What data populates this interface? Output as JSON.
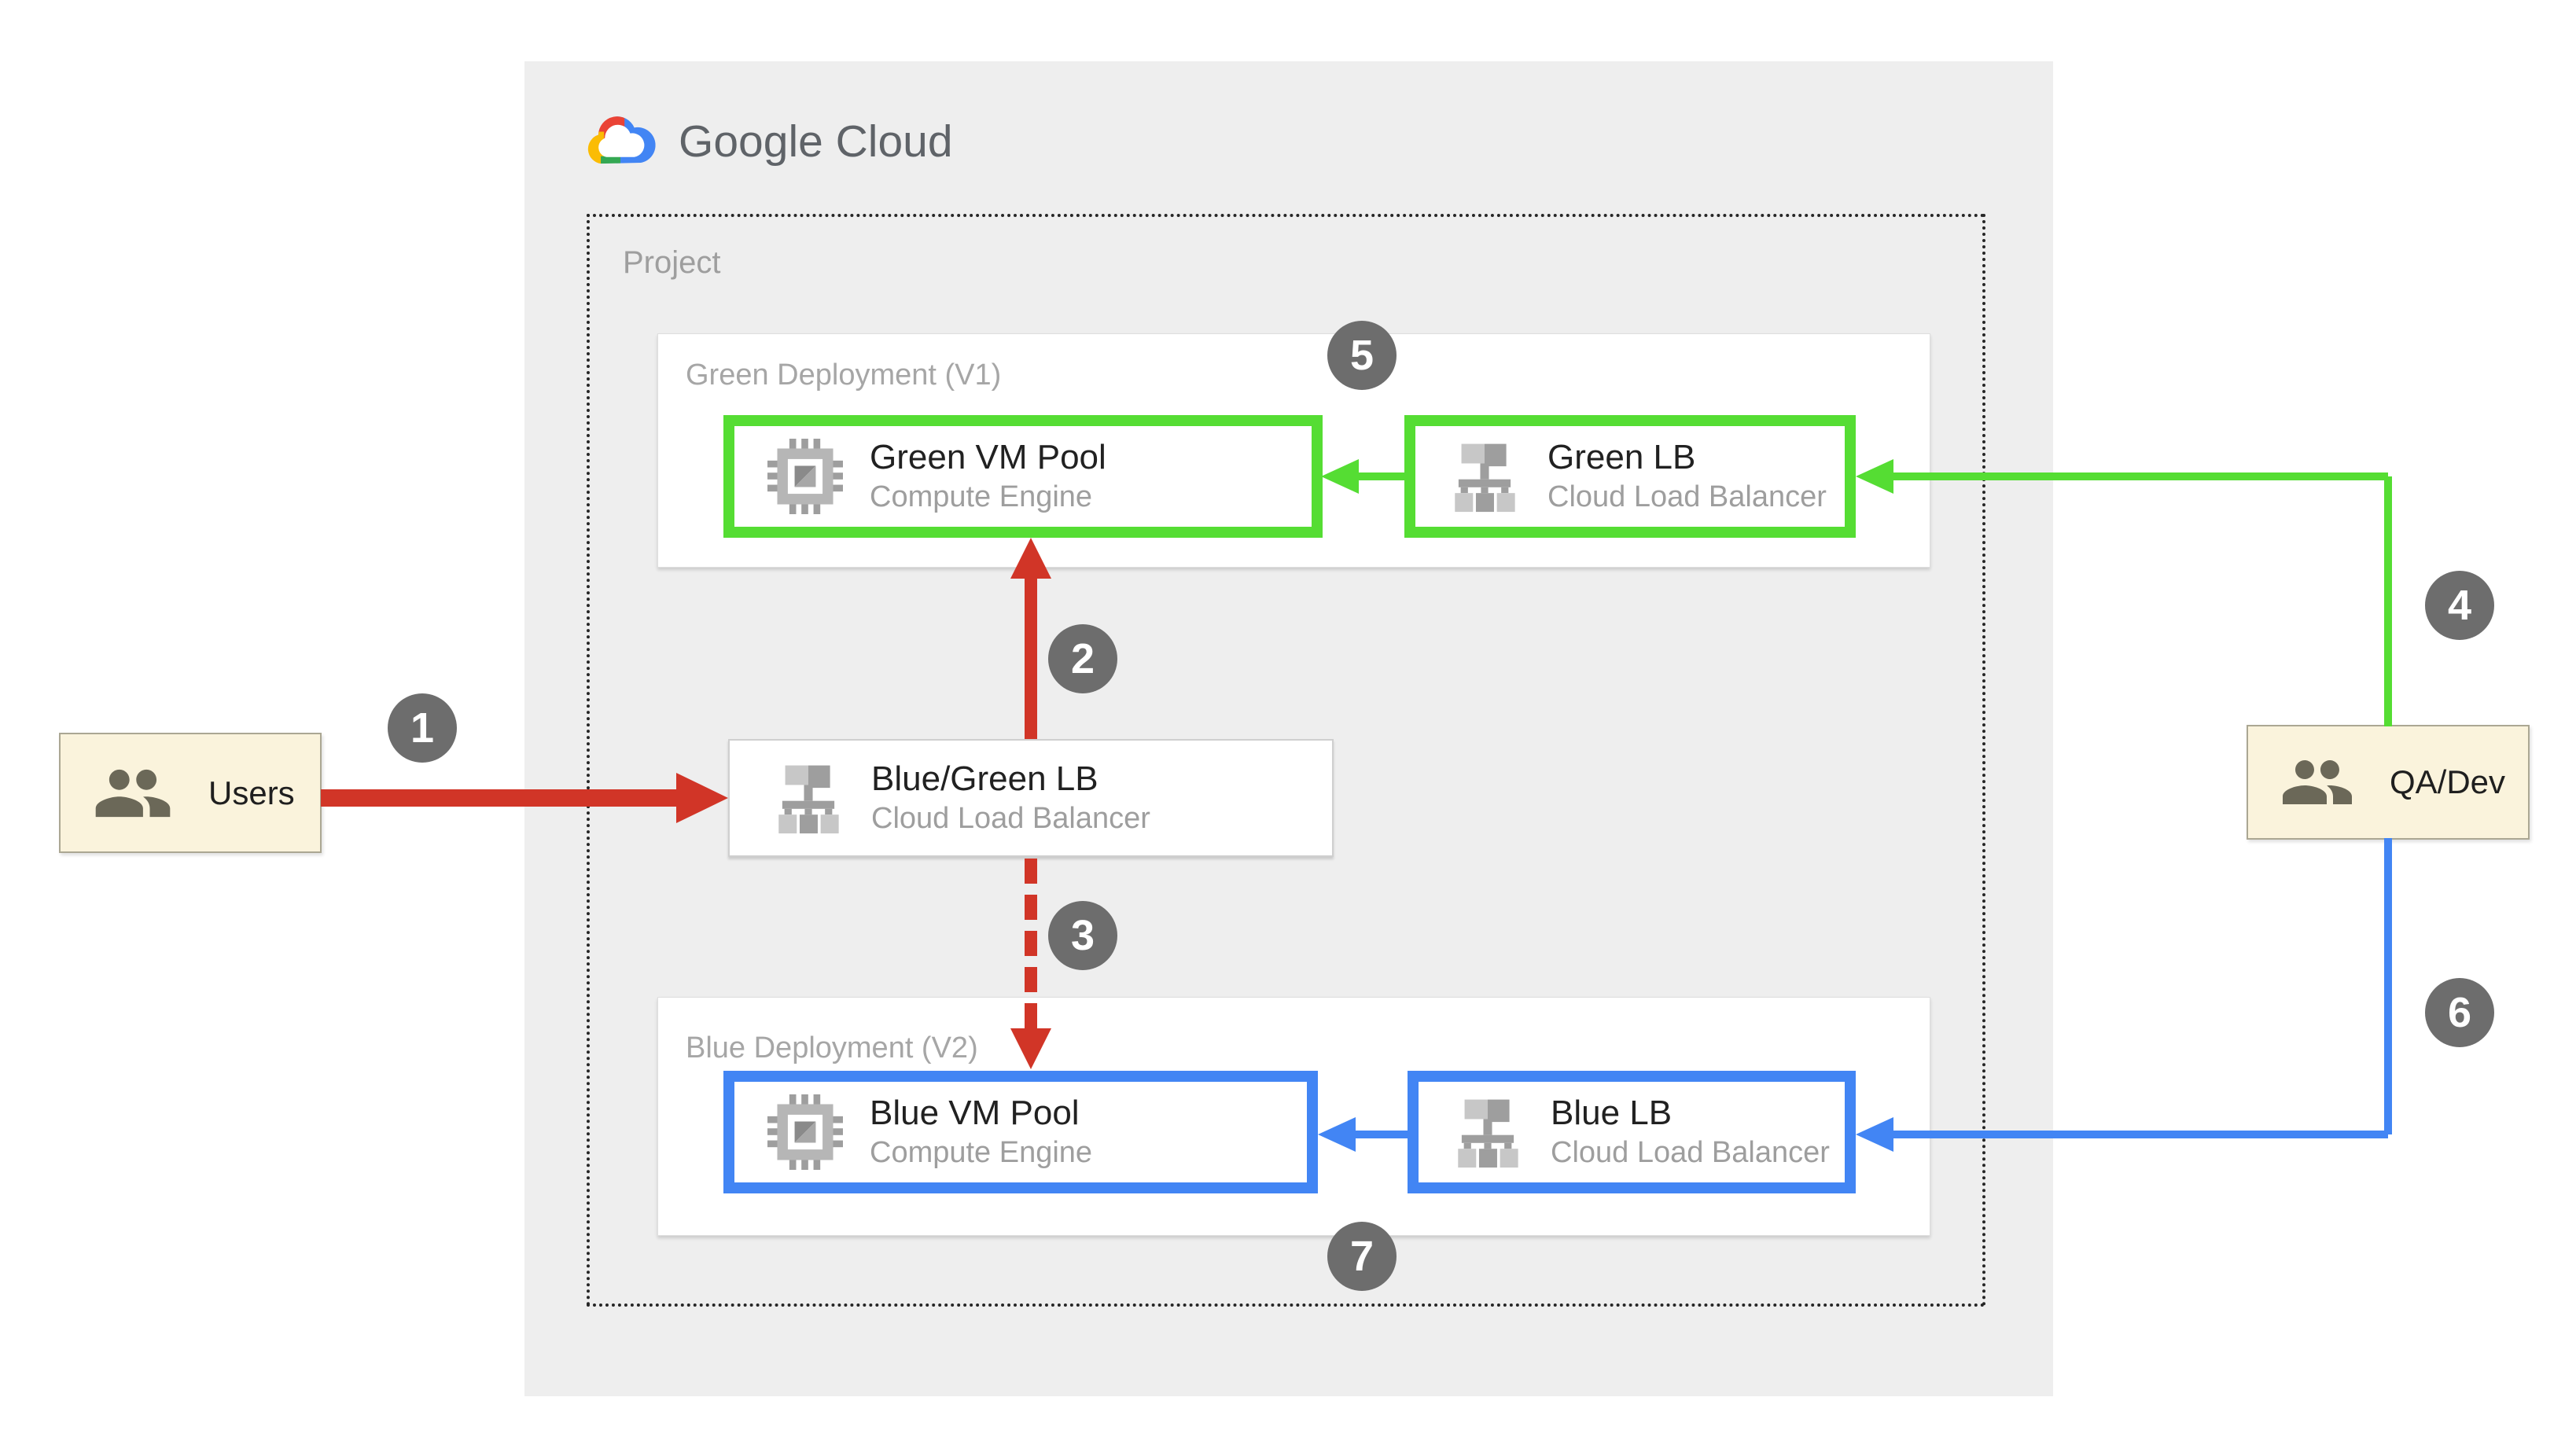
{
  "header": {
    "logo_text": "Google Cloud"
  },
  "project": {
    "label": "Project"
  },
  "groups": {
    "green": {
      "label": "Green Deployment (V1)"
    },
    "blue": {
      "label": "Blue Deployment (V2)"
    }
  },
  "nodes": {
    "green_vm": {
      "title": "Green VM Pool",
      "subtitle": "Compute Engine"
    },
    "green_lb": {
      "title": "Green LB",
      "subtitle": "Cloud Load Balancer"
    },
    "bluegreen_lb": {
      "title": "Blue/Green LB",
      "subtitle": "Cloud Load Balancer"
    },
    "blue_vm": {
      "title": "Blue VM Pool",
      "subtitle": "Compute Engine"
    },
    "blue_lb": {
      "title": "Blue LB",
      "subtitle": "Cloud Load Balancer"
    }
  },
  "actors": {
    "users": {
      "label": "Users"
    },
    "qadev": {
      "label": "QA/Dev"
    }
  },
  "steps": [
    "1",
    "2",
    "3",
    "4",
    "5",
    "6",
    "7"
  ],
  "colors": {
    "green": "#55DD33",
    "blue": "#4285F4",
    "red": "#D13527",
    "badge": "#6D6D6D",
    "actor_bg": "#FAF3DC",
    "gcp_bg": "#EEEEEE"
  }
}
